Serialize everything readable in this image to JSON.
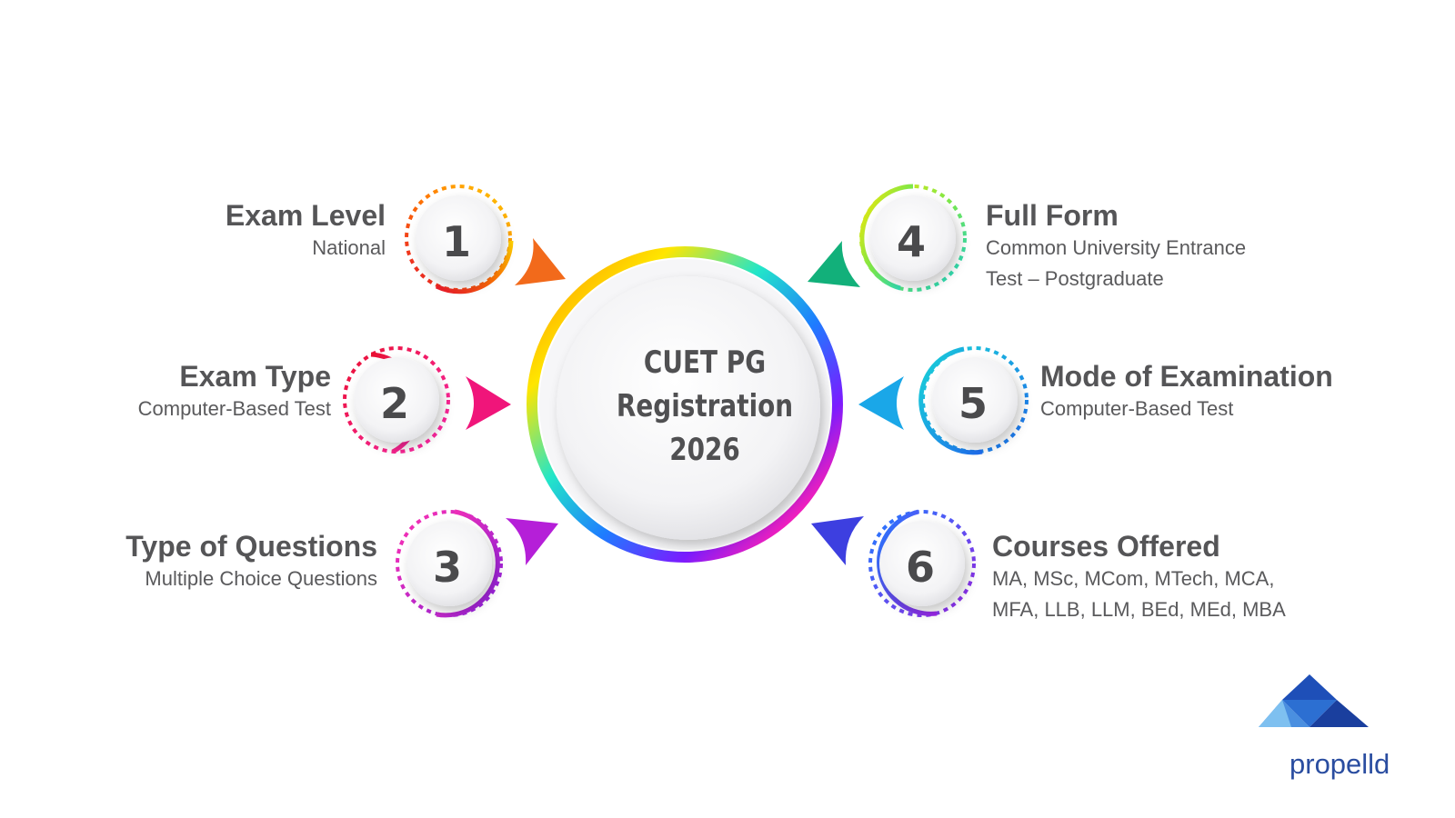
{
  "center": {
    "lines": [
      "CUET PG",
      "Registration",
      "2026"
    ]
  },
  "items": [
    {
      "number": "1",
      "title": "Exam Level",
      "lines": [
        "National"
      ]
    },
    {
      "number": "2",
      "title": "Exam Type",
      "lines": [
        "Computer-Based Test"
      ]
    },
    {
      "number": "3",
      "title": "Type of Questions",
      "lines": [
        "Multiple Choice Questions"
      ]
    },
    {
      "number": "4",
      "title": "Full Form",
      "lines": [
        "Common University Entrance",
        "Test – Postgraduate"
      ]
    },
    {
      "number": "5",
      "title": "Mode of Examination",
      "lines": [
        "Computer-Based Test"
      ]
    },
    {
      "number": "6",
      "title": "Courses Offered",
      "lines": [
        "MA, MSc, MCom, MTech, MCA,",
        "MFA, LLB, LLM, BEd, MEd, MBA"
      ]
    }
  ],
  "logo": {
    "text": "propelld"
  },
  "colors": {
    "item1": "#f26a1b",
    "item2": "#f0157a",
    "item3": "#b51fd8",
    "item4": "#12b07a",
    "item5": "#1aa7e8",
    "item6": "#3d3fe0",
    "logo": "#2a4da0"
  }
}
